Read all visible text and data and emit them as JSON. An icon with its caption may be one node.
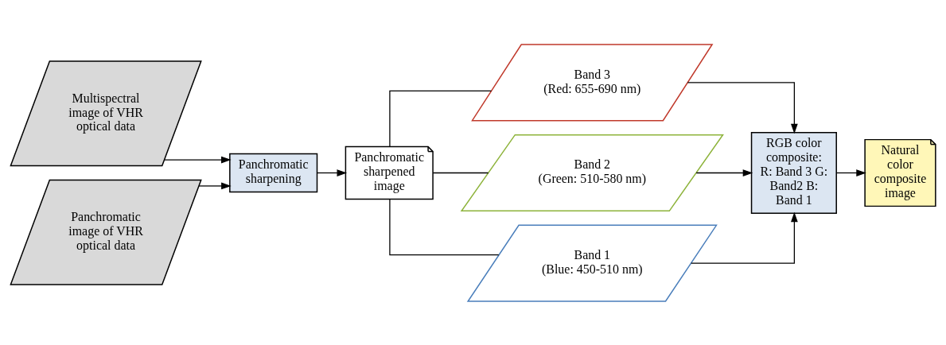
{
  "diagram": {
    "nodes": [
      {
        "text": [
          "Multispectral image of VHR optical data"
        ]
      },
      {
        "text": [
          "Panchromatic image of VHR optical data"
        ]
      },
      {
        "text": [
          "Panchromatic sharpening"
        ]
      },
      {
        "text": [
          "Panchromatic sharpened image"
        ]
      },
      {
        "text": [
          "Band 3",
          "(Red: 655-690 nm)"
        ]
      },
      {
        "text": [
          "Band 2",
          "(Green: 510-580 nm)"
        ]
      },
      {
        "text": [
          "Band 1",
          "(Blue: 450-510 nm)"
        ]
      },
      {
        "text": [
          "RGB color composite: R: Band 3 G: Band2 B: Band 1"
        ]
      },
      {
        "text": [
          "Natural color composite image"
        ]
      }
    ],
    "edges": [
      {
        "from": 0,
        "to": 2,
        "arrow": "to"
      },
      {
        "from": 1,
        "to": 2,
        "arrow": "to"
      },
      {
        "from": 2,
        "to": 3,
        "arrow": "to"
      },
      {
        "from": 3,
        "to": 4,
        "arrow": "none"
      },
      {
        "from": 3,
        "to": 5,
        "arrow": "none"
      },
      {
        "from": 3,
        "to": 6,
        "arrow": "none"
      },
      {
        "from": 4,
        "to": 7,
        "arrow": "to"
      },
      {
        "from": 5,
        "to": 7,
        "arrow": "to"
      },
      {
        "from": 6,
        "to": 7,
        "arrow": "to"
      },
      {
        "from": 7,
        "to": 8,
        "arrow": "to"
      }
    ]
  }
}
